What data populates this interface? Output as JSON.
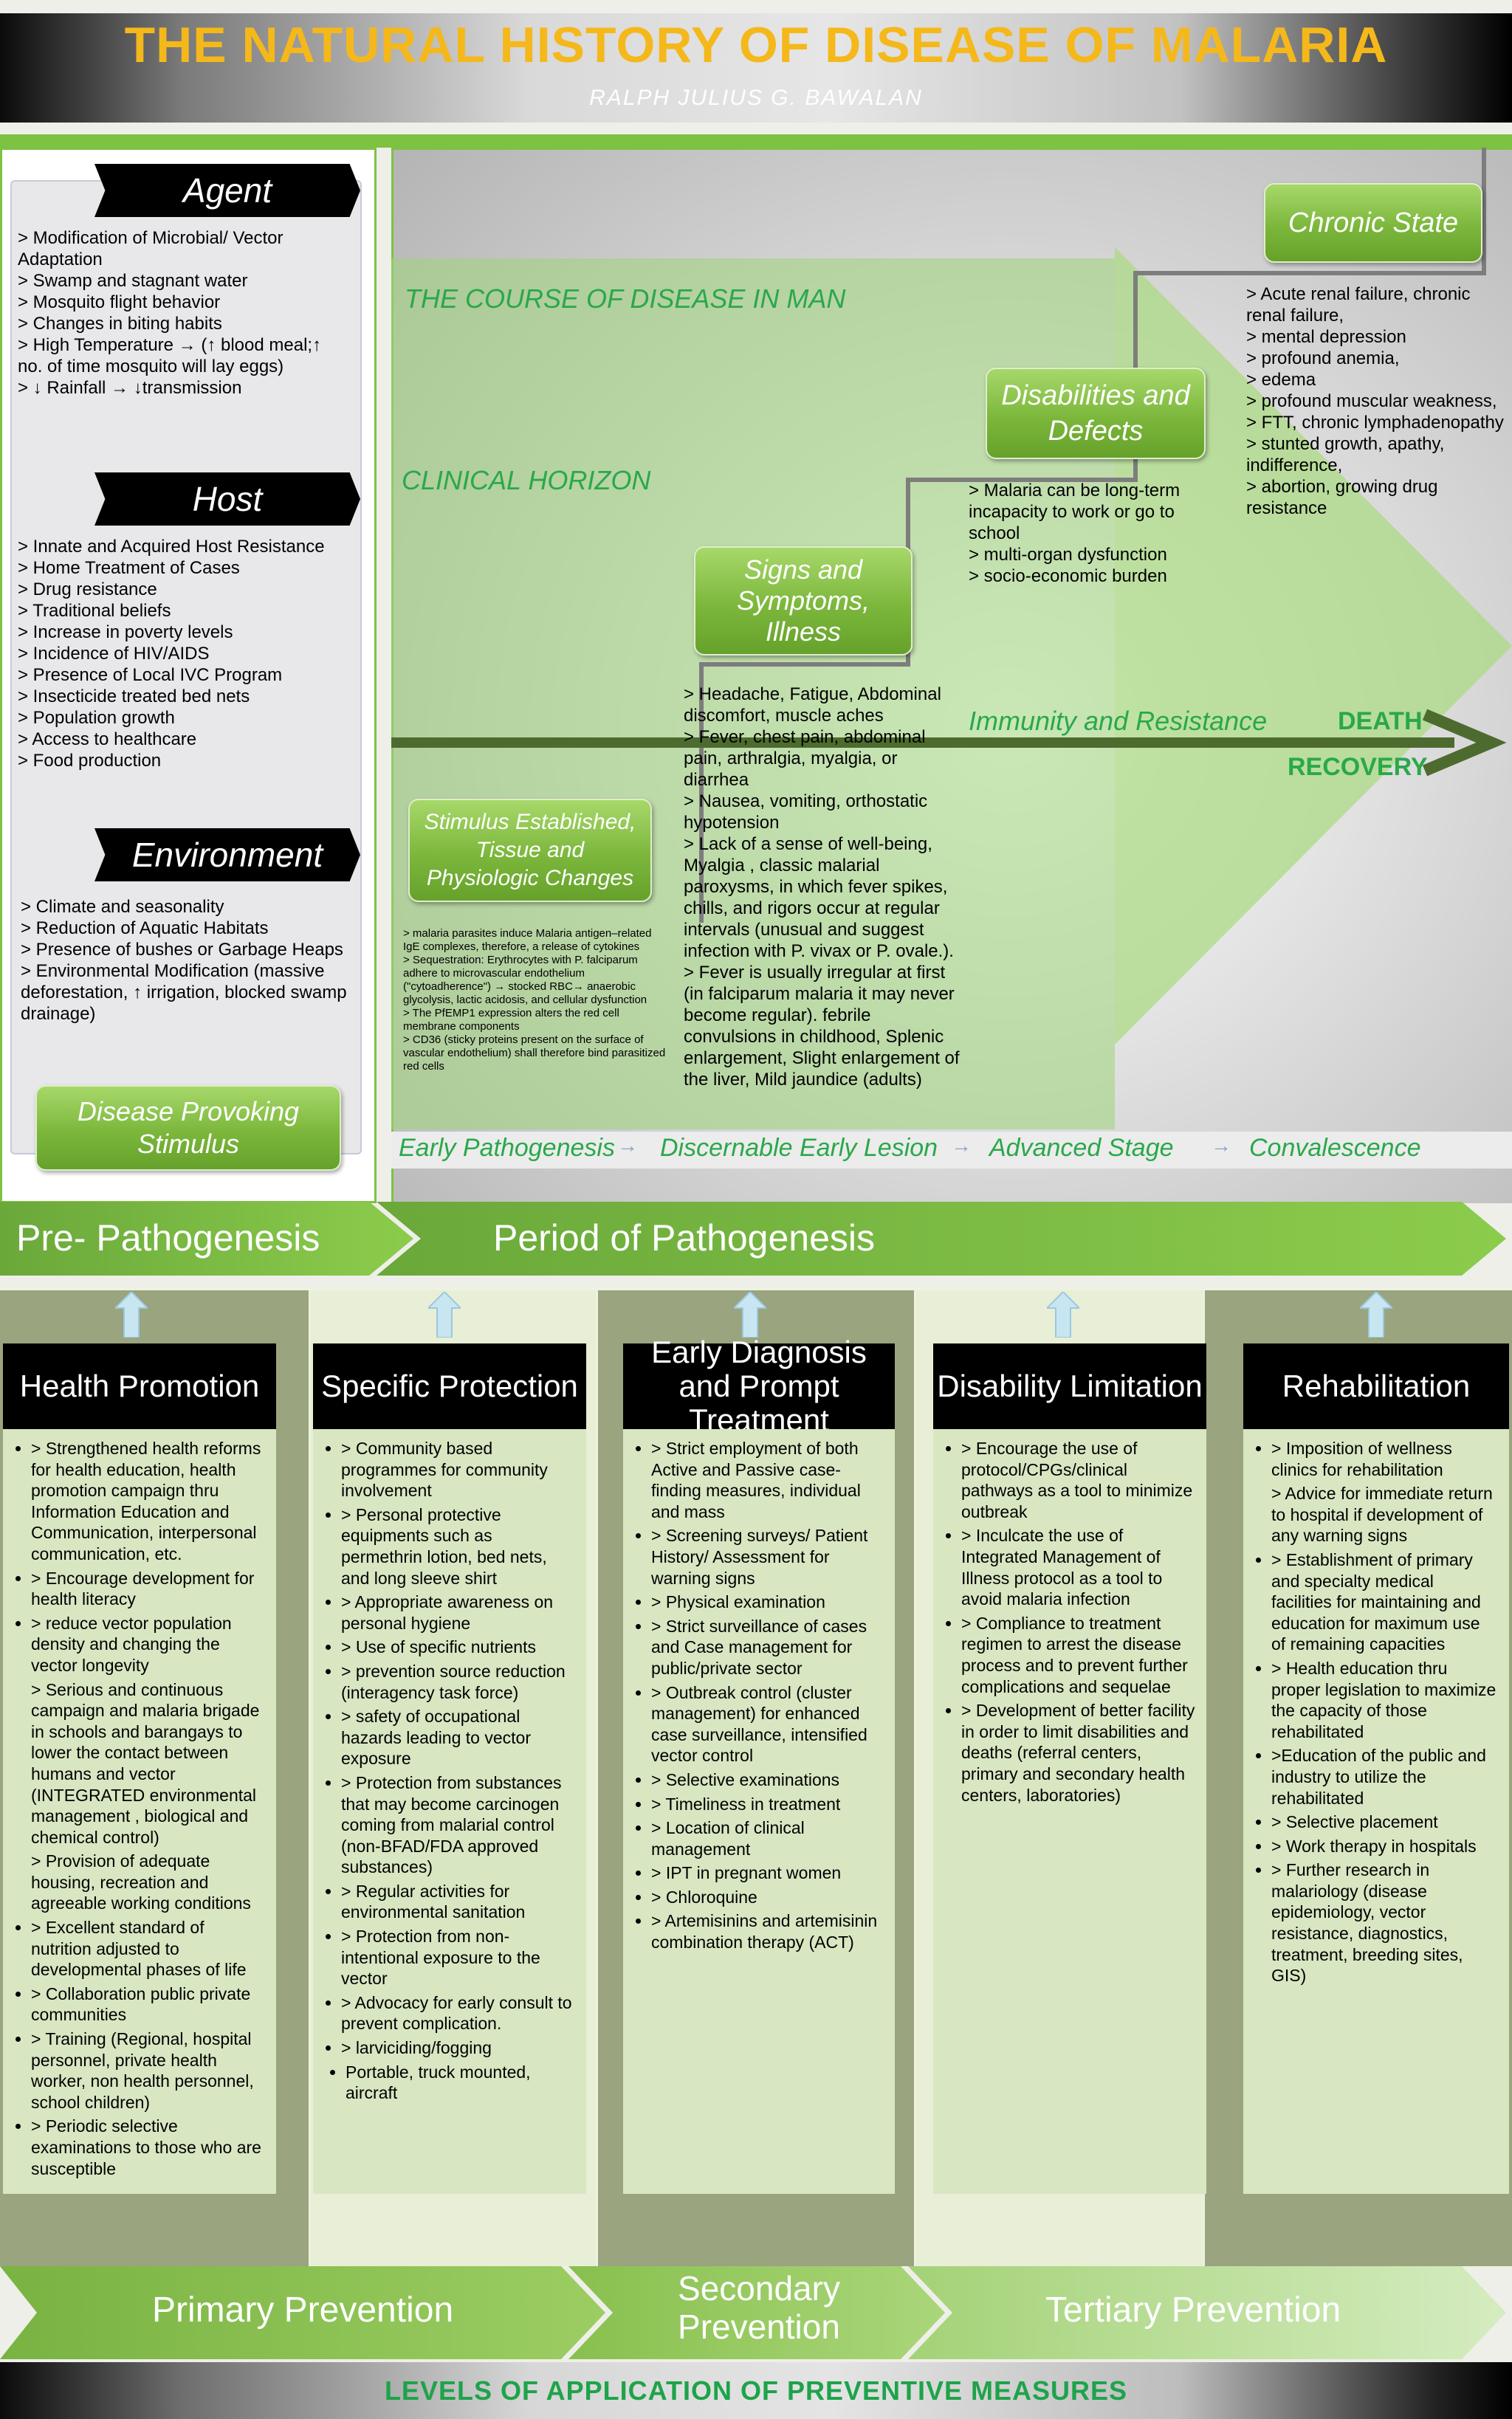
{
  "header": {
    "title": "THE NATURAL HISTORY OF DISEASE OF MALARIA",
    "author": "RALPH JULIUS G. BAWALAN"
  },
  "agent": {
    "label": "Agent",
    "lines": [
      "> Modification of Microbial/ Vector Adaptation",
      "> Swamp and stagnant water",
      "> Mosquito flight behavior",
      "> Changes in biting habits",
      "> High Temperature → (↑ blood meal;↑ no. of time mosquito will lay eggs)",
      "> ↓ Rainfall  → ↓transmission"
    ]
  },
  "host": {
    "label": "Host",
    "lines": [
      "> Innate and Acquired Host Resistance",
      "> Home Treatment  of  Cases",
      "> Drug resistance",
      "> Traditional beliefs",
      "> Increase in poverty levels",
      "> Incidence of HIV/AIDS",
      "> Presence of Local IVC Program",
      "> Insecticide treated bed nets",
      "> Population growth",
      "> Access to healthcare",
      "> Food production"
    ]
  },
  "environment": {
    "label": "Environment",
    "lines": [
      "> Climate and seasonality",
      "> Reduction of Aquatic Habitats",
      "> Presence of bushes or Garbage Heaps",
      "> Environmental Modification (massive deforestation, ↑ irrigation, blocked swamp drainage)"
    ]
  },
  "disease_provoking": "Disease Provoking Stimulus",
  "course": {
    "title": "THE COURSE OF DISEASE IN MAN",
    "clinical_horizon": "CLINICAL HORIZON",
    "immunity": "Immunity and Resistance",
    "death": "DEATH",
    "recovery": "RECOVERY"
  },
  "stimulus": {
    "label": "Stimulus Established, Tissue and Physiologic Changes",
    "lines": [
      "> malaria parasites induce Malaria antigen–related IgE complexes, therefore, a release of cytokines",
      "> Sequestration: Erythrocytes with P. falciparum adhere to microvascular endothelium (\"cytoadherence\")  → stocked RBC→ anaerobic glycolysis, lactic acidosis, and cellular dysfunction",
      "> The PfEMP1 expression alters the red cell membrane components",
      "> CD36 (sticky proteins present on the surface of vascular endothelium) shall therefore bind parasitized red cells"
    ]
  },
  "signs": {
    "label": "Signs and Symptoms, Illness",
    "lines": [
      "> Headache, Fatigue, Abdominal discomfort, muscle aches",
      "> Fever, chest pain, abdominal pain, arthralgia, myalgia, or diarrhea",
      "> Nausea, vomiting, orthostatic hypotension",
      "> Lack of a sense of well-being, Myalgia , classic malarial paroxysms, in which fever spikes, chills, and rigors occur at regular intervals (unusual and suggest infection with P. vivax or P. ovale.).",
      "> Fever is usually irregular at first (in falciparum malaria it may never become regular). febrile convulsions in childhood, Splenic enlargement, Slight enlargement of the liver, Mild jaundice (adults)"
    ]
  },
  "disabilities": {
    "label": "Disabilities and Defects",
    "lines": [
      "> Malaria can be long-term incapacity to work or go to school",
      ">  multi-organ dysfunction",
      "> socio-economic burden"
    ]
  },
  "chronic": {
    "label": "Chronic State",
    "lines": [
      "> Acute renal failure, chronic renal failure,",
      "> mental depression",
      "> profound anemia,",
      "> edema",
      "> profound muscular weakness,",
      "> FTT,  chronic lymphadenopathy",
      "> stunted growth, apathy, indifference,",
      "> abortion, growing drug resistance"
    ]
  },
  "stages": [
    "Early Pathogenesis",
    "Discernable Early Lesion",
    "Advanced Stage",
    "Convalescence"
  ],
  "periods": {
    "pre": "Pre- Pathogenesis",
    "path": "Period of Pathogenesis"
  },
  "columns": [
    {
      "title": "Health Promotion",
      "items": [
        "> Strengthened health reforms for health education, health promotion campaign thru Information Education and Communication, interpersonal communication, etc.",
        "> Encourage development for health literacy",
        "> reduce vector population density and changing  the vector longevity",
        "> Serious and continuous campaign  and malaria brigade in schools and barangays to lower the contact between humans and vector (INTEGRATED environmental management , biological and chemical control)",
        "> Provision of adequate housing, recreation and agreeable working conditions",
        "> Excellent standard of nutrition adjusted to developmental phases of life",
        "> Collaboration public private communities",
        "> Training (Regional, hospital personnel, private health worker, non health personnel, school children)",
        "> Periodic selective examinations to those who are susceptible"
      ]
    },
    {
      "title": "Specific Protection",
      "items": [
        "> Community based programmes for community involvement",
        "> Personal protective equipments such as permethrin lotion, bed nets, and long sleeve shirt",
        "> Appropriate awareness on personal hygiene",
        "> Use of specific nutrients",
        "> prevention source reduction (interagency task force)",
        "> safety of occupational hazards leading to vector exposure",
        "> Protection from substances that may become carcinogen coming from malarial control (non-BFAD/FDA approved substances)",
        "> Regular activities for environmental sanitation",
        "> Protection from non-intentional exposure to the vector",
        "> Advocacy for early consult to prevent complication.",
        "> larviciding/fogging",
        "Portable, truck mounted, aircraft"
      ]
    },
    {
      "title": "Early Diagnosis and Prompt Treatment",
      "items": [
        "> Strict employment of both Active and Passive case-finding measures, individual and mass",
        "> Screening surveys/ Patient History/ Assessment for warning signs",
        "> Physical examination",
        "> Strict surveillance of cases and Case management for public/private sector",
        "> Outbreak control (cluster management) for enhanced case surveillance, intensified vector control",
        "> Selective examinations",
        "> Timeliness in treatment",
        "> Location of clinical management",
        "> IPT in pregnant women",
        "> Chloroquine",
        "> Artemisinins and artemisinin combination therapy (ACT)"
      ]
    },
    {
      "title": "Disability Limitation",
      "items": [
        "> Encourage the use of protocol/CPGs/clinical pathways  as a tool to minimize outbreak",
        "> Inculcate the use of Integrated Management of Illness  protocol as a tool to avoid  malaria infection",
        "> Compliance to treatment regimen to arrest the disease process and to prevent further complications and sequelae",
        "> Development of better facility in order to limit disabilities and deaths (referral centers, primary and secondary health centers, laboratories)"
      ]
    },
    {
      "title": "Rehabilitation",
      "items": [
        "> Imposition of wellness clinics for rehabilitation",
        "> Advice for immediate return to hospital if development of any warning signs",
        "> Establishment of primary and specialty medical facilities for maintaining and education for maximum use of remaining capacities",
        "> Health education thru proper legislation to maximize the capacity of those rehabilitated",
        ">Education of the public and industry to utilize the rehabilitated",
        "> Selective placement",
        "> Work therapy in hospitals",
        "> Further research in malariology (disease epidemiology, vector resistance, diagnostics, treatment, breeding sites, GIS)"
      ]
    }
  ],
  "prevention": {
    "primary": "Primary Prevention",
    "secondary": "Secondary Prevention",
    "tertiary": "Tertiary Prevention"
  },
  "footer": "LEVELS OF APPLICATION OF PREVENTIVE MEASURES",
  "colors": {
    "title_orange": "#f5b81b",
    "green_text": "#2aa84a",
    "green_bar": "#7dc242",
    "column_band": "#9aa47f",
    "column_body": "#d8e6c2"
  }
}
